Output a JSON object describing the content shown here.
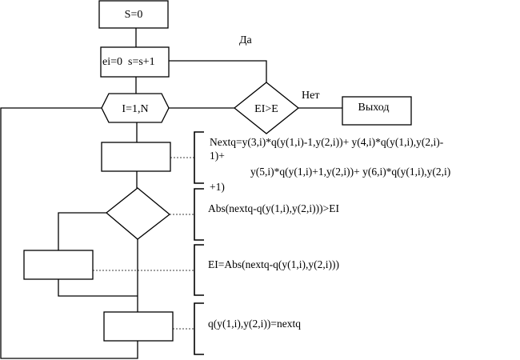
{
  "flowchart": {
    "init_box": {
      "label": "S=0"
    },
    "reset_box": {
      "label": "ei=0  s=s+1"
    },
    "loop_box": {
      "label": "I=1,N"
    },
    "check_decision": {
      "label": "EI>E"
    },
    "exit_box": {
      "label": "Выход"
    },
    "yes_label": "Да",
    "no_label": "Нет",
    "compute_box": {
      "label": ""
    },
    "compare_decision": {
      "label": ""
    },
    "assign_ei_box": {
      "label": ""
    },
    "update_q_box": {
      "label": ""
    }
  },
  "annotations": {
    "compute": {
      "line1": "Nextq=y(3,i)*q(y(1,i)-1,y(2,i))+ y(4,i)*q(y(1,i),y(2,i)-",
      "line2": "1)+",
      "line3": "y(5,i)*q(y(1,i)+1,y(2,i))+ y(6,i)*q(y(1,i),y(2,i)",
      "line4": "+1)"
    },
    "compare": {
      "text": "Abs(nextq-q(y(1,i),y(2,i)))>EI"
    },
    "assign_ei": {
      "text": "EI=Abs(nextq-q(y(1,i),y(2,i)))"
    },
    "update_q": {
      "text": "q(y(1,i),y(2,i))=nextq"
    }
  }
}
